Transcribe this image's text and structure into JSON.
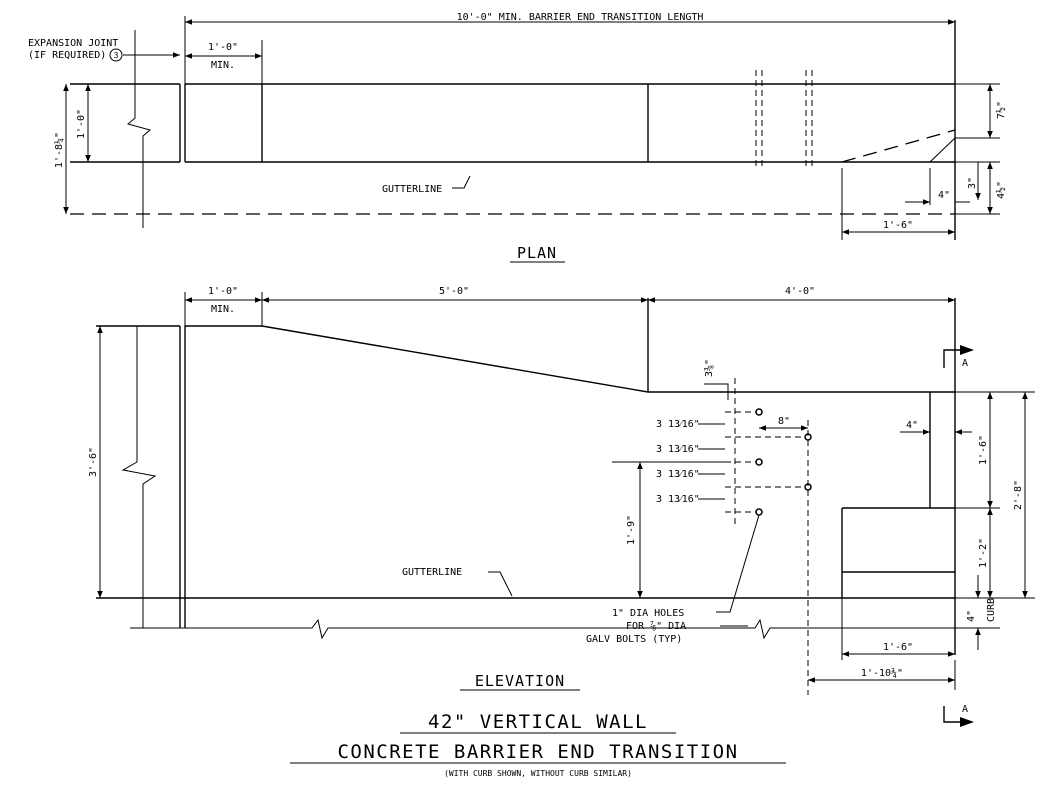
{
  "plan": {
    "title": "PLAN",
    "dims": {
      "overall_length": "10'-0\" MIN. BARRIER END TRANSITION LENGTH",
      "min_segment": "1'-0\"",
      "min_label": "MIN.",
      "height_outer": "1'-8¼\"",
      "height_inner": "1'-0\"",
      "right_top": "7½\"",
      "right_mid": "3\"",
      "right_bottom": "4½\"",
      "inset": "4\"",
      "bottom_length": "1'-6\""
    },
    "labels": {
      "expansion_joint_line1": "EXPANSION JOINT",
      "expansion_joint_line2": "(IF REQUIRED)",
      "note_number": "3",
      "gutterline": "GUTTERLINE"
    }
  },
  "elevation": {
    "title": "ELEVATION",
    "dims": {
      "min_segment": "1'-0\"",
      "min_label": "MIN.",
      "slope_length": "5'-0\"",
      "level_length": "4'-0\"",
      "total_height": "3'-6\"",
      "bolt_height": "1'-9\"",
      "bolt_top": "3⅜\"",
      "bolt_spacing_1": "3 13⁄16\"",
      "bolt_spacing_2": "3 13⁄16\"",
      "bolt_spacing_3": "3 13⁄16\"",
      "bolt_spacing_4": "3 13⁄16\"",
      "bolt_offset": "8\"",
      "wall_inset": "4\"",
      "upper_height": "1'-6\"",
      "overall_height_right": "2'-8\"",
      "lower_height": "1'-2\"",
      "curb_height": "4\"",
      "curb_label": "CURB",
      "base_length": "1'-6\"",
      "base_total": "1'-10¾\""
    },
    "labels": {
      "gutterline": "GUTTERLINE",
      "holes_line1": "1\" DIA HOLES",
      "holes_line2": "FOR ⅞\" DIA",
      "holes_line3": "GALV BOLTS (TYP)",
      "section_mark": "A"
    }
  },
  "title_block": {
    "line1": "42\" VERTICAL WALL",
    "line2": "CONCRETE BARRIER END TRANSITION",
    "note": "(WITH CURB SHOWN, WITHOUT CURB SIMILAR)"
  }
}
